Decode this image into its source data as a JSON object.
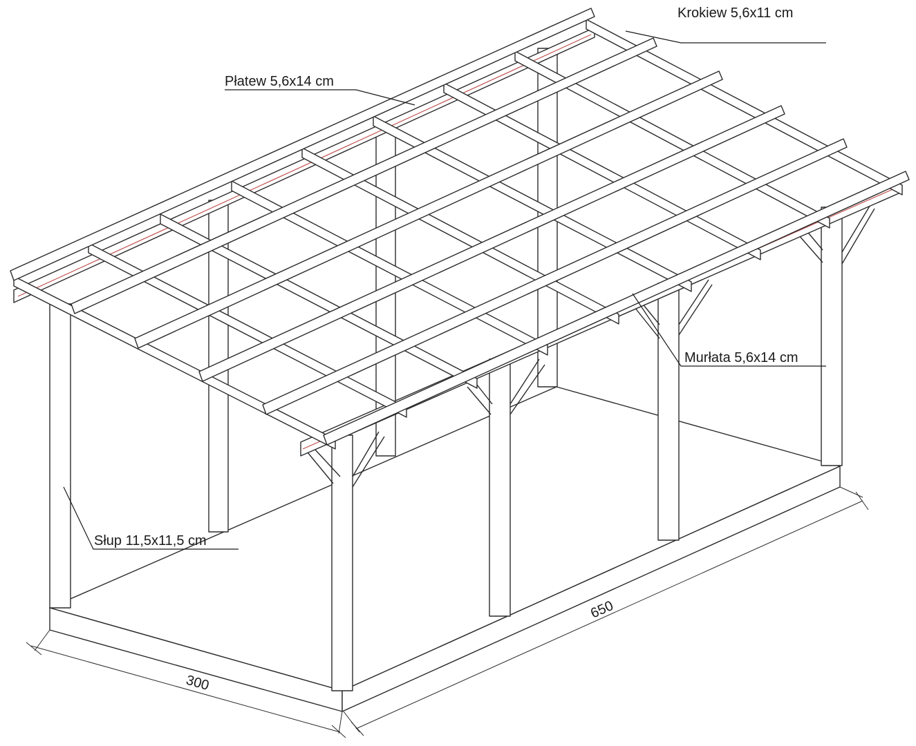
{
  "labels": {
    "rafter": "Krokiew 5,6x11 cm",
    "purlin": "Płatew 5,6x14 cm",
    "wall_plate": "Murłata 5,6x14 cm",
    "post": "Słup 11,5x11,5 cm"
  },
  "dimensions": {
    "width": "300",
    "length": "650"
  },
  "colors": {
    "line": "#2a2a2a",
    "accent": "#c0504d",
    "background": "#ffffff"
  }
}
